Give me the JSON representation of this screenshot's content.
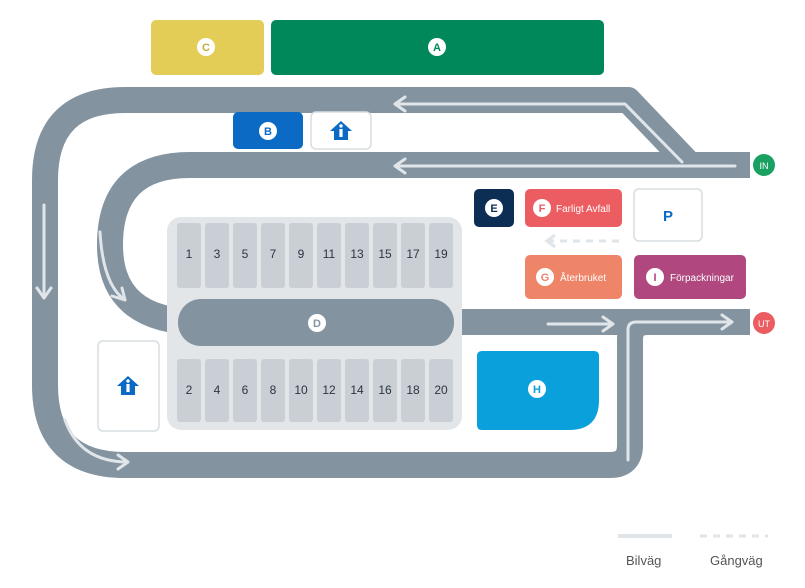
{
  "zones": {
    "a": {
      "letter": "A",
      "color": "#00875a"
    },
    "b": {
      "letter": "B",
      "color": "#0a6ac4"
    },
    "c": {
      "letter": "C",
      "color": "#e4cd57"
    },
    "d": {
      "letter": "D",
      "color": "#8393a0"
    },
    "e": {
      "letter": "E",
      "color": "#0c2d54"
    },
    "f": {
      "letter": "F",
      "label": "Farligt Avfall",
      "color": "#ec5d62"
    },
    "g": {
      "letter": "G",
      "label": "Återbruket",
      "color": "#ee8468"
    },
    "h": {
      "letter": "H",
      "color": "#0aa0dc"
    },
    "i": {
      "letter": "I",
      "label": "Förpackningar",
      "color": "#b0487f"
    },
    "p": {
      "letter": "P",
      "color": "#0a6ac4"
    }
  },
  "info_icon": "info-house-icon",
  "entrance": {
    "label": "IN",
    "color": "#1aa162"
  },
  "exit": {
    "label": "UT",
    "color": "#ec5d62"
  },
  "slots_top": [
    "1",
    "3",
    "5",
    "7",
    "9",
    "11",
    "13",
    "15",
    "17",
    "19"
  ],
  "slots_bottom": [
    "2",
    "4",
    "6",
    "8",
    "10",
    "12",
    "14",
    "16",
    "18",
    "20"
  ],
  "road_color": "#8393a0",
  "legend": {
    "road": "Bilväg",
    "walkway": "Gångväg"
  }
}
